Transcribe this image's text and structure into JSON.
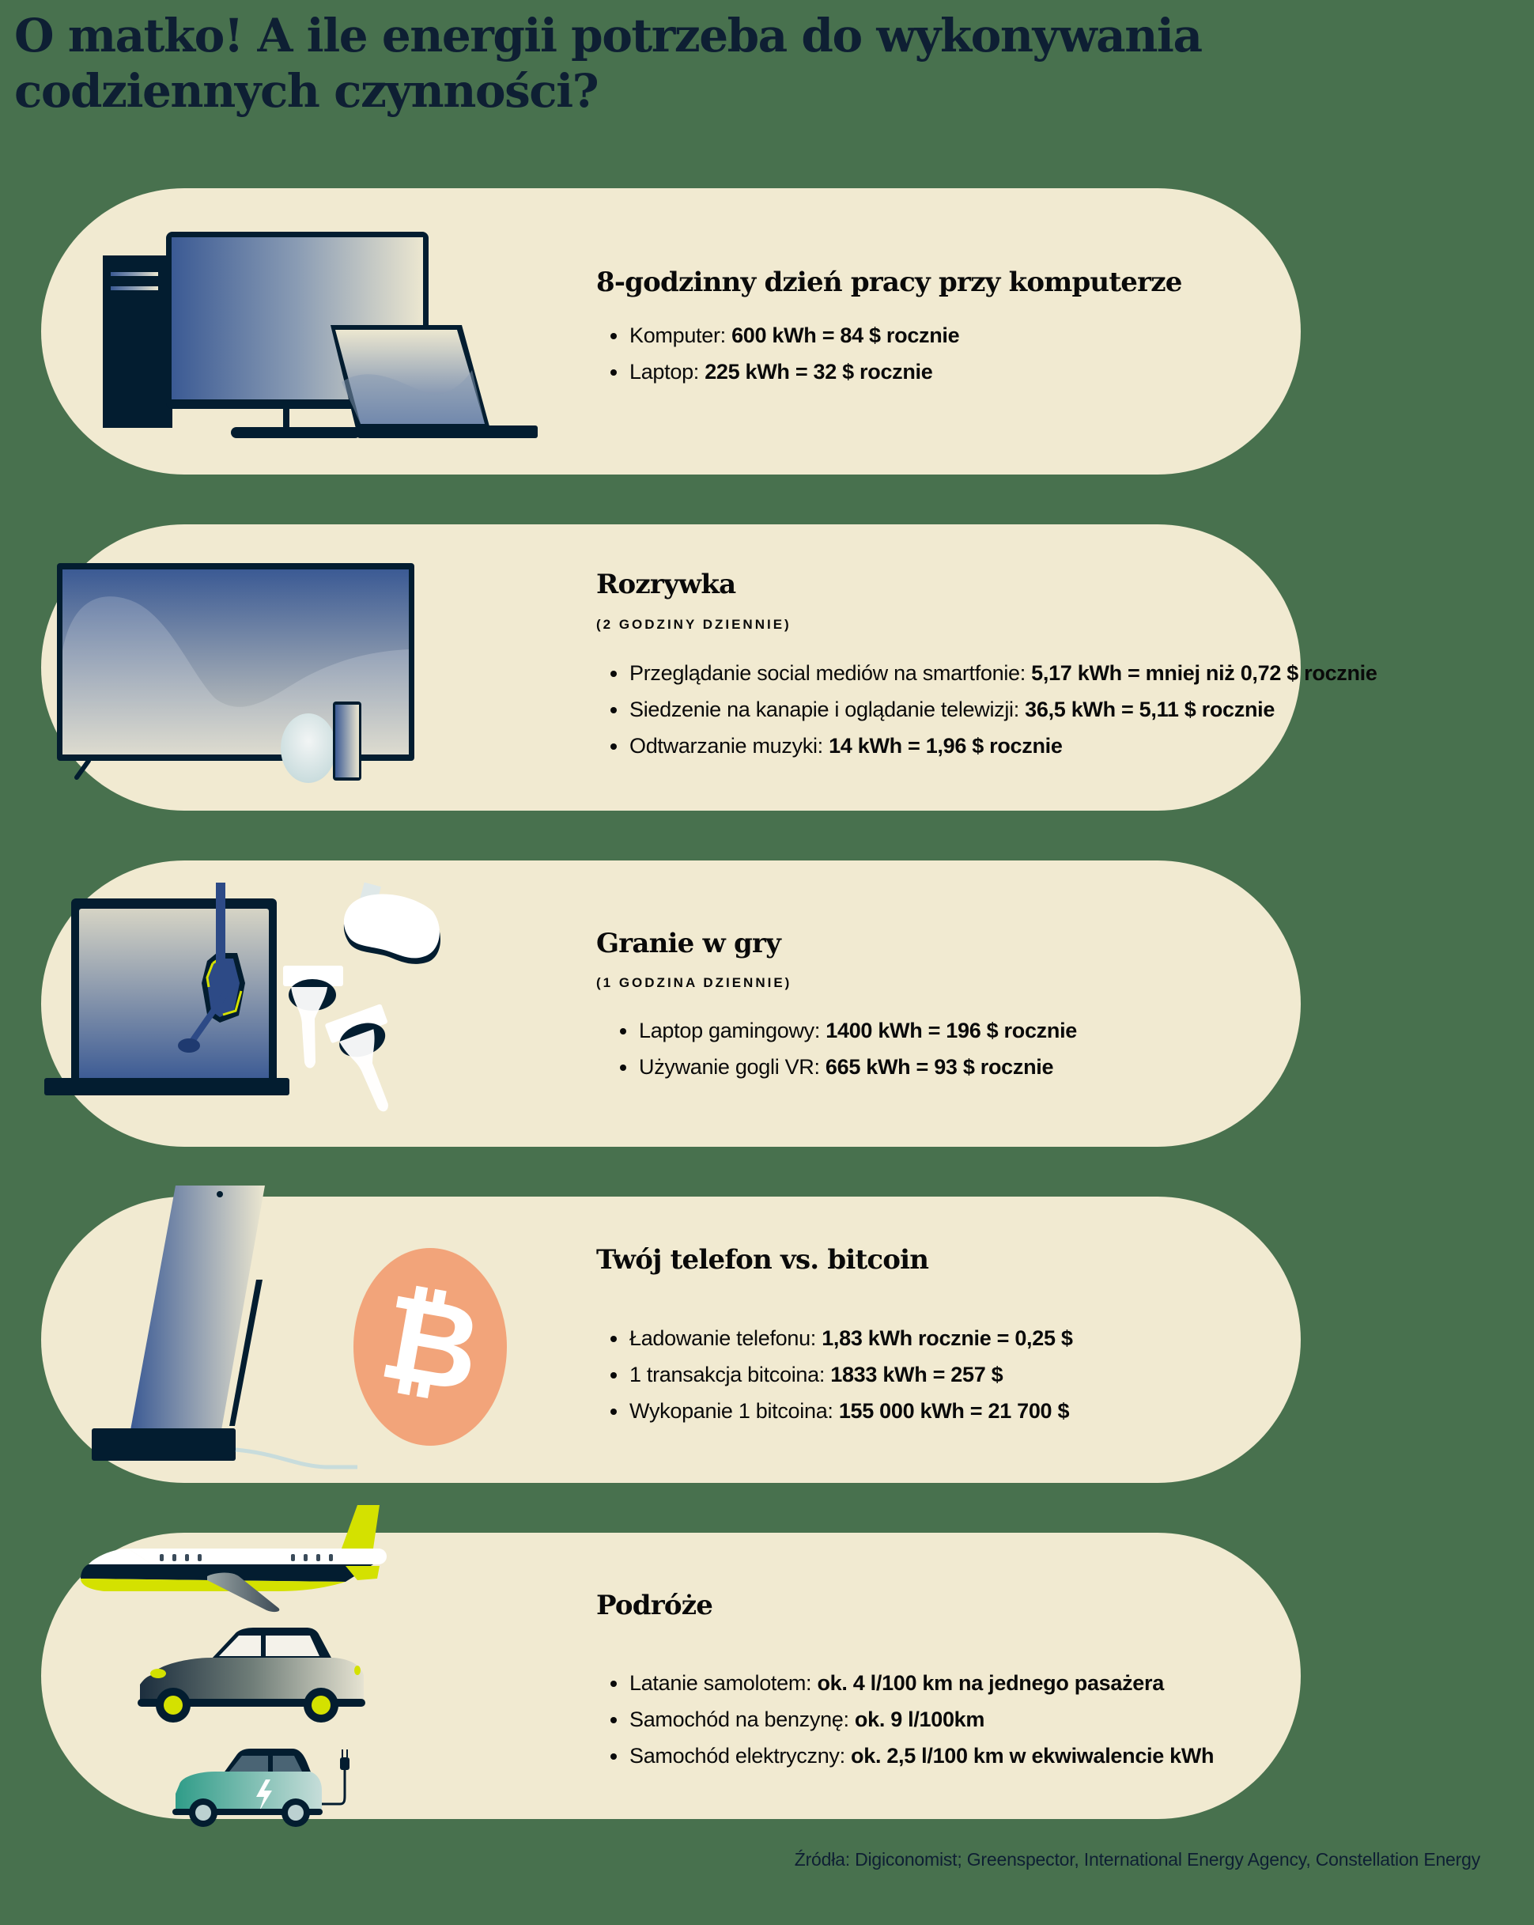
{
  "page": {
    "title": "O matko! A ile energii potrzeba do wykonywania codziennych czynności?",
    "sources": "Źródła: Digiconomist; Greenspector, International Energy Agency, Constellation Energy",
    "colors": {
      "background": "#48714e",
      "card": "#f1ead1",
      "navy": "#031d30",
      "screen_blue": "#3b5a94",
      "accent_lime": "#d4e100",
      "bitcoin_orange": "#f2a47a",
      "ev_teal": "#2f9c88"
    }
  },
  "cards": [
    {
      "heading": "8-godzinny dzień pracy przy komputerze",
      "subheading": "",
      "icons": [
        "desktop-computer-icon",
        "laptop-icon"
      ],
      "items": [
        {
          "label": "Komputer: ",
          "value": "600 kWh = 84 $ rocznie"
        },
        {
          "label": "Laptop: ",
          "value": "225 kWh = 32 $ rocznie"
        }
      ]
    },
    {
      "heading": "Rozrywka",
      "subheading": "(2 GODZINY DZIENNIE)",
      "icons": [
        "tv-icon",
        "smart-speaker-icon",
        "smartphone-icon"
      ],
      "items": [
        {
          "label": "Przeglądanie social mediów na smartfonie: ",
          "value": "5,17 kWh = mniej niż 0,72 $ rocznie"
        },
        {
          "label": "Siedzenie na kanapie i oglądanie telewizji: ",
          "value": "36,5 kWh = 5,11 $ rocznie"
        },
        {
          "label": "Odtwarzanie muzyki: ",
          "value": "14 kWh = 1,96 $ rocznie"
        }
      ]
    },
    {
      "heading": "Granie w gry",
      "subheading": "(1 GODZINA DZIENNIE)",
      "icons": [
        "gaming-laptop-icon",
        "headset-icon",
        "vr-headset-icon",
        "vr-controller-icon"
      ],
      "items": [
        {
          "label": "Laptop gamingowy: ",
          "value": "1400 kWh = 196 $ rocznie"
        },
        {
          "label": "Używanie gogli VR: ",
          "value": "665 kWh = 93 $ rocznie"
        }
      ]
    },
    {
      "heading": "Twój telefon vs. bitcoin",
      "subheading": "",
      "icons": [
        "phone-charger-icon",
        "bitcoin-icon"
      ],
      "items": [
        {
          "label": "Ładowanie telefonu: ",
          "value": "1,83 kWh rocznie = 0,25 $"
        },
        {
          "label": "1 transakcja bitcoina: ",
          "value": "1833 kWh = 257 $"
        },
        {
          "label": "Wykopanie 1 bitcoina: ",
          "value": "155 000 kWh = 21 700 $"
        }
      ]
    },
    {
      "heading": "Podróże",
      "subheading": "",
      "icons": [
        "airplane-icon",
        "car-icon",
        "electric-car-icon"
      ],
      "items": [
        {
          "label": "Latanie samolotem: ",
          "value": "ok. 4 l/100 km na jednego pasażera"
        },
        {
          "label": "Samochód na benzynę: ",
          "value": "ok. 9 l/100km"
        },
        {
          "label": "Samochód elektryczny: ",
          "value": "ok. 2,5 l/100 km w ekwiwalencie kWh"
        }
      ]
    }
  ]
}
